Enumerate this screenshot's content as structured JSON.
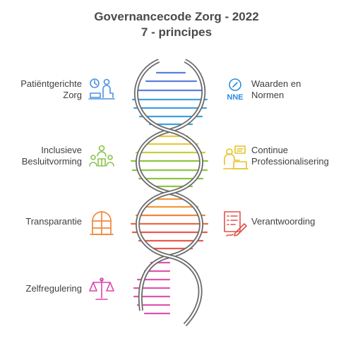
{
  "title": {
    "line1": "Governancecode Zorg - 2022",
    "line2": "7 - principes"
  },
  "principles": {
    "left": [
      {
        "line1": "Patiëntgerichte",
        "line2": "Zorg",
        "icon": "patient-care-icon",
        "color": "#4a90e2"
      },
      {
        "line1": "Inclusieve",
        "line2": "Besluitvorming",
        "icon": "group-decision-icon",
        "color": "#8bc34a"
      },
      {
        "line1": "Transparantie",
        "line2": "",
        "icon": "window-icon",
        "color": "#f0883e"
      },
      {
        "line1": "Zelfregulering",
        "line2": "",
        "icon": "scales-icon",
        "color": "#d946a8"
      }
    ],
    "right": [
      {
        "line1": "Waarden en",
        "line2": "Normen",
        "icon": "compass-values-icon",
        "color": "#2b8ce0",
        "icon_text": "NNE"
      },
      {
        "line1": "Continue",
        "line2": "Professionalisering",
        "icon": "professional-icon",
        "color": "#e6c229"
      },
      {
        "line1": "Verantwoording",
        "line2": "",
        "icon": "report-sign-icon",
        "color": "#e0524a"
      }
    ]
  },
  "colors": {
    "blue": "#5b7fe0",
    "cyan": "#39a8e0",
    "yellow": "#ecc93a",
    "green": "#8cc63f",
    "orange": "#f39a3d",
    "red": "#e85a4f",
    "pink": "#e054b0",
    "strand": "#555555"
  }
}
